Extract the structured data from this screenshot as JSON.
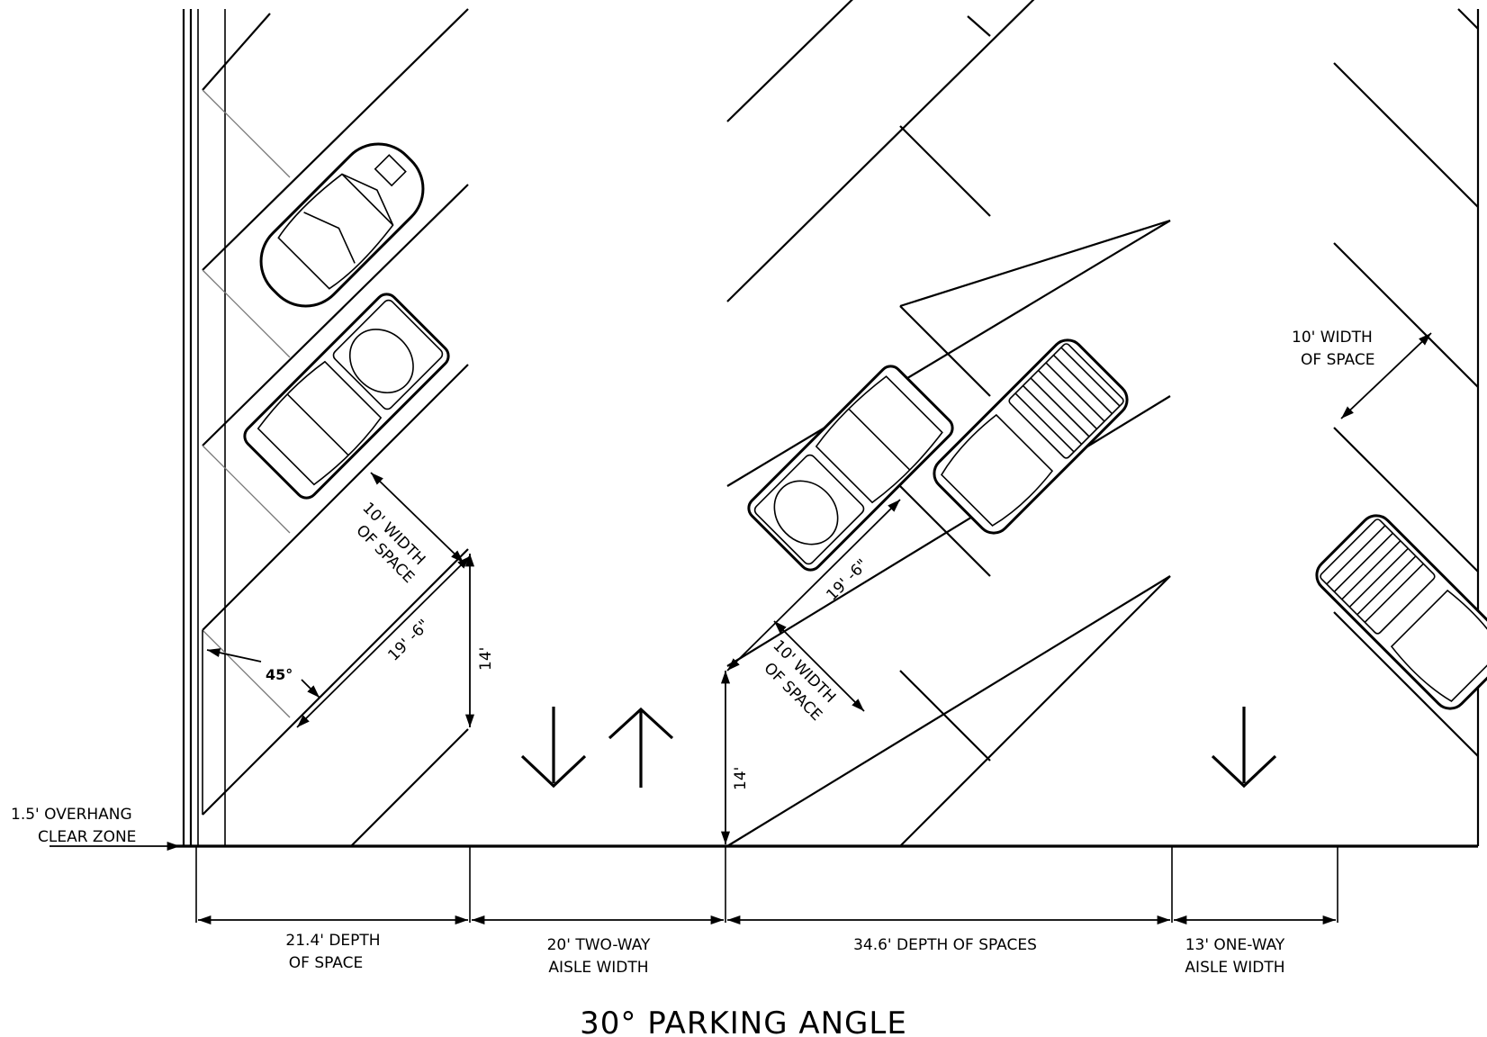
{
  "title": "30° PARKING ANGLE",
  "overhang_label_1": "1.5' OVERHANG",
  "overhang_label_2": "CLEAR ZONE",
  "angle_label": "45°",
  "stall_width_label_1": "10' WIDTH",
  "stall_width_label_2": "OF SPACE",
  "stall_length_label": "19' -6\"",
  "offset_label": "14'",
  "dimensions": [
    {
      "line1": "21.4' DEPTH",
      "line2": "OF SPACE"
    },
    {
      "line1": "20' TWO-WAY",
      "line2": "AISLE WIDTH"
    },
    {
      "line1": "34.6' DEPTH OF SPACES",
      "line2": ""
    },
    {
      "line1": "13' ONE-WAY",
      "line2": "AISLE WIDTH"
    }
  ]
}
